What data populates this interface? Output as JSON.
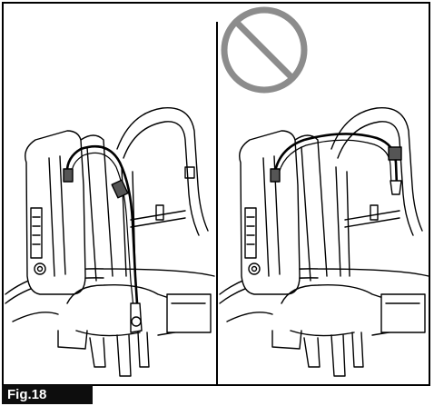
{
  "figure": {
    "label": "Fig.18",
    "panels": [
      {
        "id": "left",
        "variant": "correct",
        "cable_route": "over-shoulder-down-front"
      },
      {
        "id": "right",
        "variant": "incorrect",
        "cable_route": "over-top-to-strap",
        "symbol": "prohibited-icon"
      }
    ]
  },
  "colors": {
    "frame": "#000000",
    "label_bg": "#0d0d0d",
    "label_text": "#ffffff",
    "prohibited_sign": "#8c8c8c"
  }
}
